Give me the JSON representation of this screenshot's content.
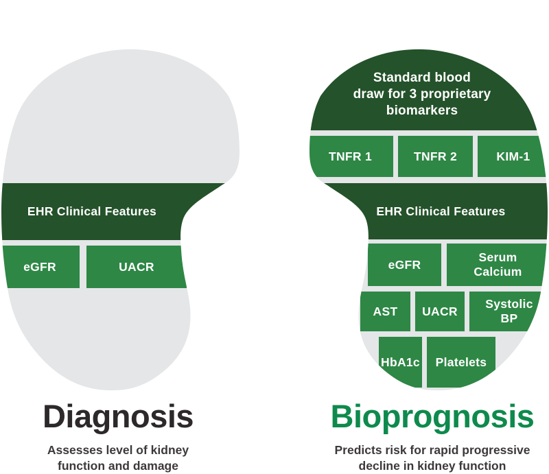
{
  "colors": {
    "page-bg": "#ffffff",
    "kidney-gray": "#e4e6e7",
    "dark-green": "#24522a",
    "box-green": "#2e8745",
    "title-green": "#0e8a4c",
    "title-dark": "#2d292b",
    "subtitle-gray": "#3d393b",
    "text-white": "#ffffff"
  },
  "left": {
    "band_label": "EHR Clinical Features",
    "boxes": [
      "eGFR",
      "UACR"
    ],
    "title": "Diagnosis",
    "subtitle": "Assesses level of kidney\nfunction and damage"
  },
  "right": {
    "header": "Standard blood\ndraw for 3 proprietary\nbiomarkers",
    "biomarkers": [
      "TNFR 1",
      "TNFR 2",
      "KIM-1"
    ],
    "band_label": "EHR Clinical Features",
    "clinical_row1": [
      "eGFR",
      "Serum\nCalcium"
    ],
    "clinical_row2": [
      "AST",
      "UACR",
      "Systolic\nBP"
    ],
    "clinical_row3": [
      "HbA1c",
      "Platelets"
    ],
    "title": "Bioprognosis",
    "subtitle": "Predicts risk for rapid progressive\ndecline in kidney function"
  }
}
